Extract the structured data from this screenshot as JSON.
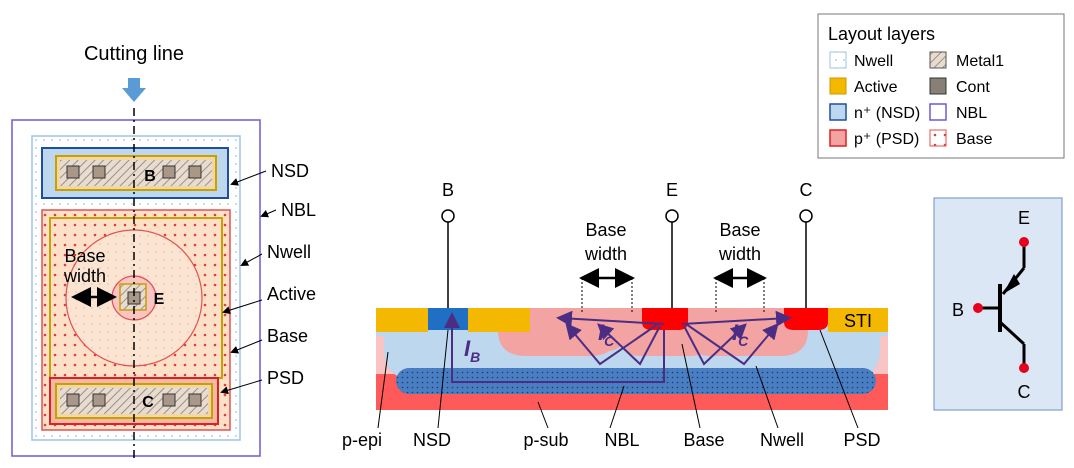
{
  "layout_view": {
    "cutting_line_label": "Cutting line",
    "terminal_b": "B",
    "terminal_e": "E",
    "terminal_c": "C",
    "base_width_line1": "Base",
    "base_width_line2": "width",
    "callouts": {
      "nsd": "NSD",
      "nbl": "NBL",
      "nwell": "Nwell",
      "active": "Active",
      "base": "Base",
      "psd": "PSD"
    }
  },
  "cross_section": {
    "terminals": {
      "b": "B",
      "e": "E",
      "c": "C"
    },
    "base_width_left_line1": "Base",
    "base_width_left_line2": "width",
    "base_width_right_line1": "Base",
    "base_width_right_line2": "width",
    "sti_label": "STI",
    "current_b": "I",
    "current_b_sub": "B",
    "current_c": "I",
    "current_c_sub": "C",
    "bottom_labels": {
      "pepi": "p-epi",
      "nsd": "NSD",
      "psub": "p-sub",
      "nbl": "NBL",
      "base": "Base",
      "nwell": "Nwell",
      "psd": "PSD"
    }
  },
  "legend": {
    "title": "Layout layers",
    "items": {
      "nwell": "Nwell",
      "metal1": "Metal1",
      "active": "Active",
      "cont": "Cont",
      "nsd": "n⁺ (NSD)",
      "nbl": "NBL",
      "psd": "p⁺ (PSD)",
      "base": "Base"
    }
  },
  "symbol": {
    "e": "E",
    "b": "B",
    "c": "C"
  },
  "colors": {
    "active": "#f5b800",
    "nsd": "#1f6fc4",
    "psd_red": "#ff0000",
    "base_pink": "#f4a3a3",
    "nwell_blue": "#bdd7ee",
    "pepi": "#f8c4c4",
    "psub": "#ff5a5a",
    "nbl": "#6b5bd6",
    "arrow_purple": "#4b2e83",
    "cutting_arrow": "#5b9bd5",
    "symbol_bg": "#dbe7f5",
    "symbol_dot": "#e8001c"
  }
}
